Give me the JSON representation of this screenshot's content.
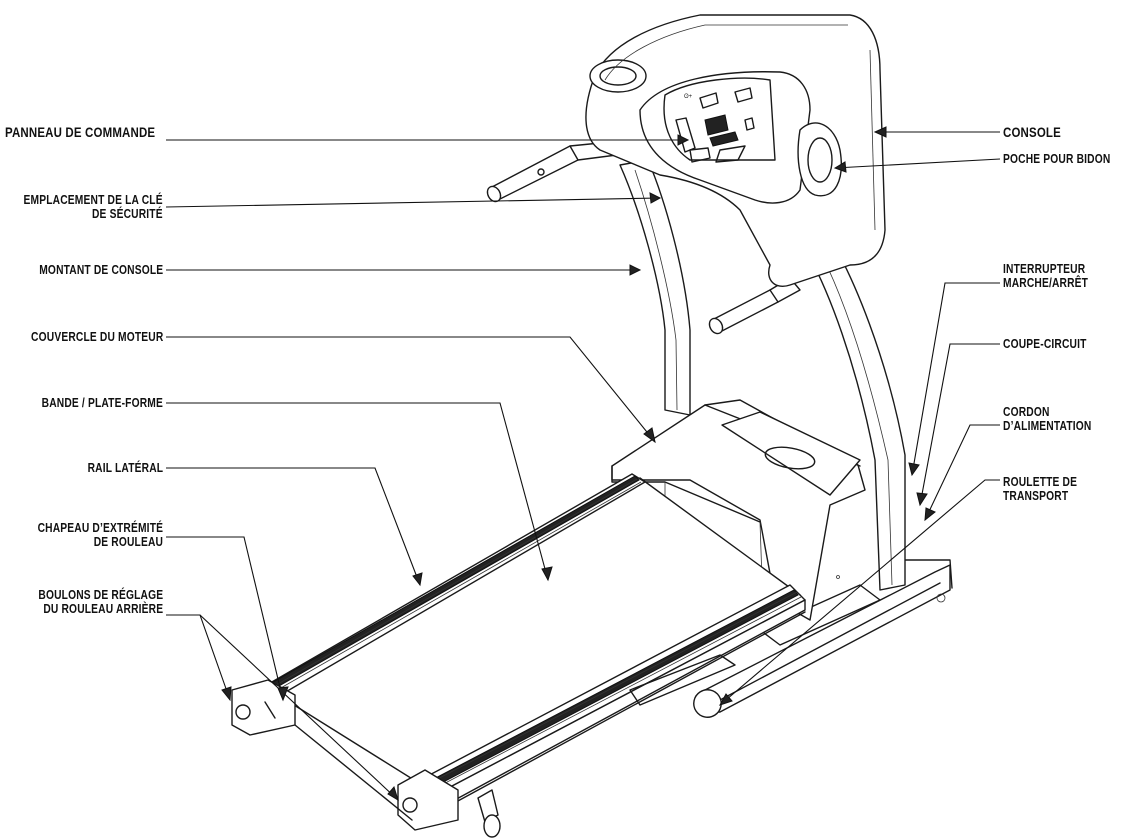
{
  "labels": {
    "panneau": "PANNEAU DE COMMANDE",
    "cle_1": "EMPLACEMENT DE LA CLÉ",
    "cle_2": "DE SÉCURITÉ",
    "montant": "MONTANT DE CONSOLE",
    "couvercle": "COUVERCLE DU MOTEUR",
    "bande": "BANDE  / PLATE-FORME",
    "rail": "RAIL LATÉRAL",
    "chapeau_1": "CHAPEAU D’EXTRÉMITÉ",
    "chapeau_2": "DE ROULEAU",
    "boulons_1": "BOULONS DE RÉGLAGE",
    "boulons_2": "DU ROULEAU ARRIÈRE",
    "console": "CONSOLE",
    "poche": "POCHE POUR BIDON",
    "interrupteur_1": "INTERRUPTEUR",
    "interrupteur_2": "MARCHE/ARRÊT",
    "coupe": "COUPE-CIRCUIT",
    "cordon_1": "CORDON",
    "cordon_2": "D’ALIMENTATION",
    "roulette_1": "ROULETTE  DE",
    "roulette_2": "TRANSPORT"
  }
}
